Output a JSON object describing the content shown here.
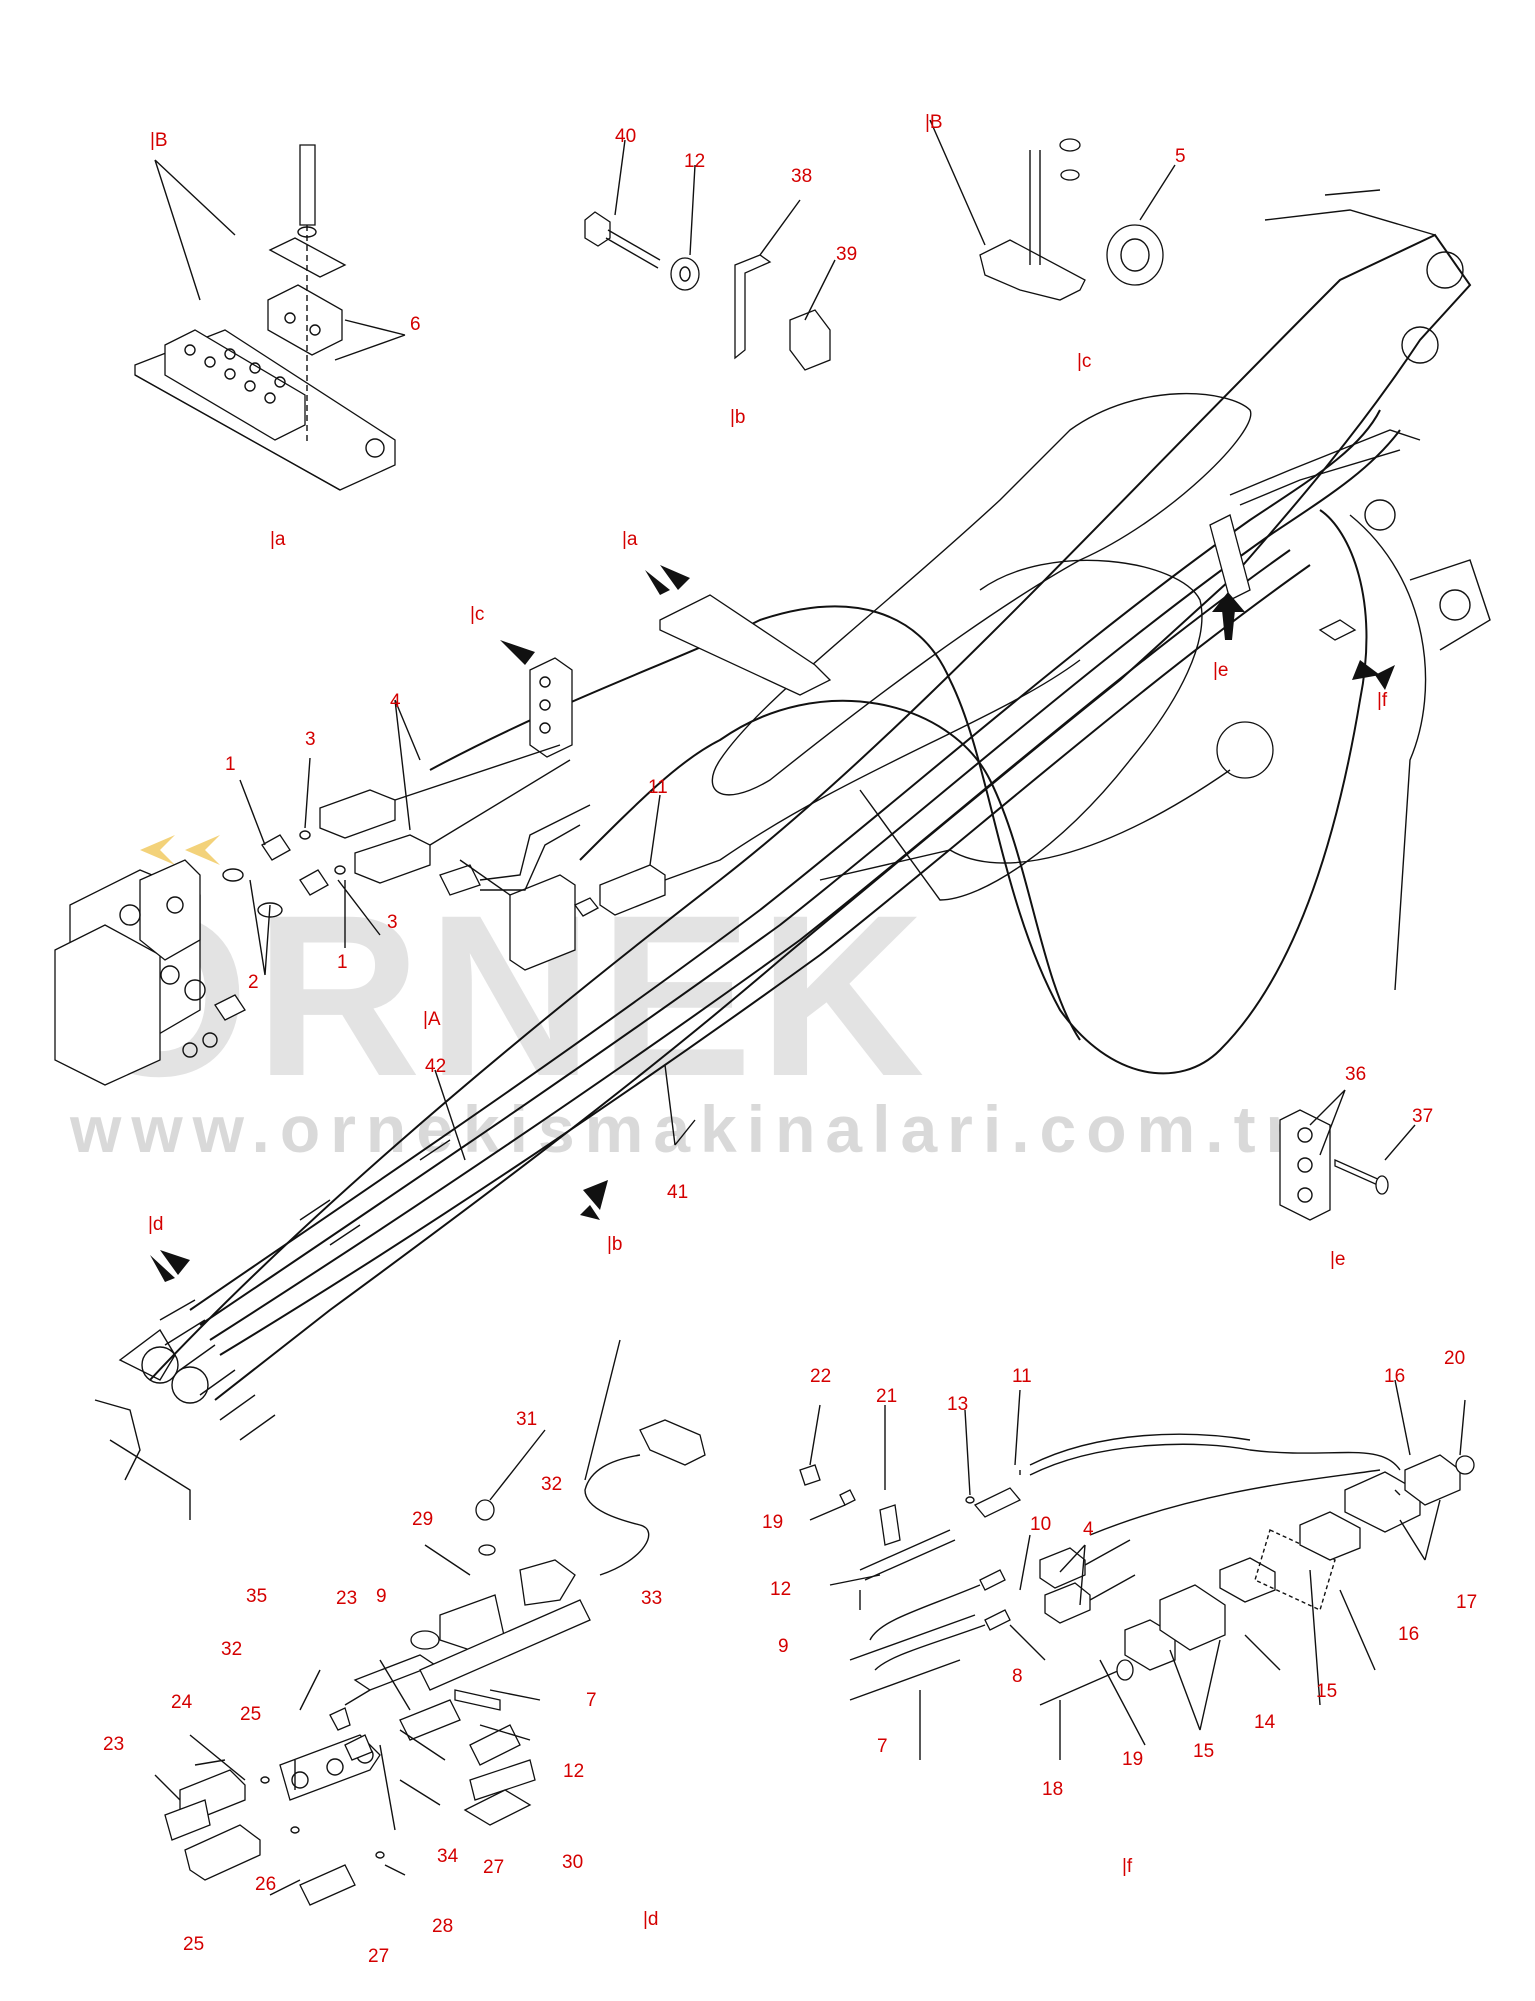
{
  "watermark": {
    "brand": "ÖRNEK",
    "url": "www.ornekismakinalari.com.tr"
  },
  "detail_labels": [
    {
      "id": "a-top",
      "text": "|a"
    },
    {
      "id": "b-top",
      "text": "|b"
    },
    {
      "id": "c-top",
      "text": "|c"
    },
    {
      "id": "B-1",
      "text": "|B"
    },
    {
      "id": "B-2",
      "text": "|B"
    },
    {
      "id": "a-arrow",
      "text": "|a"
    },
    {
      "id": "c-arrow",
      "text": "|c"
    },
    {
      "id": "A-arrow",
      "text": "|A"
    },
    {
      "id": "e-arrow",
      "text": "|e"
    },
    {
      "id": "f-arrow",
      "text": "|f"
    },
    {
      "id": "b-arrow",
      "text": "|b"
    },
    {
      "id": "d-arrow",
      "text": "|d"
    },
    {
      "id": "e-detail",
      "text": "|e"
    },
    {
      "id": "d-detail",
      "text": "|d"
    },
    {
      "id": "f-detail",
      "text": "|f"
    }
  ],
  "part_numbers": [
    "6",
    "40",
    "12",
    "38",
    "39",
    "5",
    "4",
    "1",
    "3",
    "2",
    "1",
    "3",
    "11",
    "42",
    "41",
    "36",
    "37",
    "22",
    "21",
    "13",
    "11",
    "19",
    "10",
    "4",
    "12",
    "9",
    "8",
    "7",
    "18",
    "19",
    "15",
    "14",
    "15",
    "16",
    "17",
    "16",
    "20",
    "31",
    "32",
    "33",
    "29",
    "9",
    "35",
    "23",
    "32",
    "7",
    "24",
    "25",
    "12",
    "23",
    "34",
    "27",
    "30",
    "26",
    "28",
    "25",
    "27"
  ],
  "colors": {
    "line": "#111111",
    "label": "#d40000",
    "watermark": "#9a9a9a",
    "accent_yellow": "#f3d27a"
  }
}
